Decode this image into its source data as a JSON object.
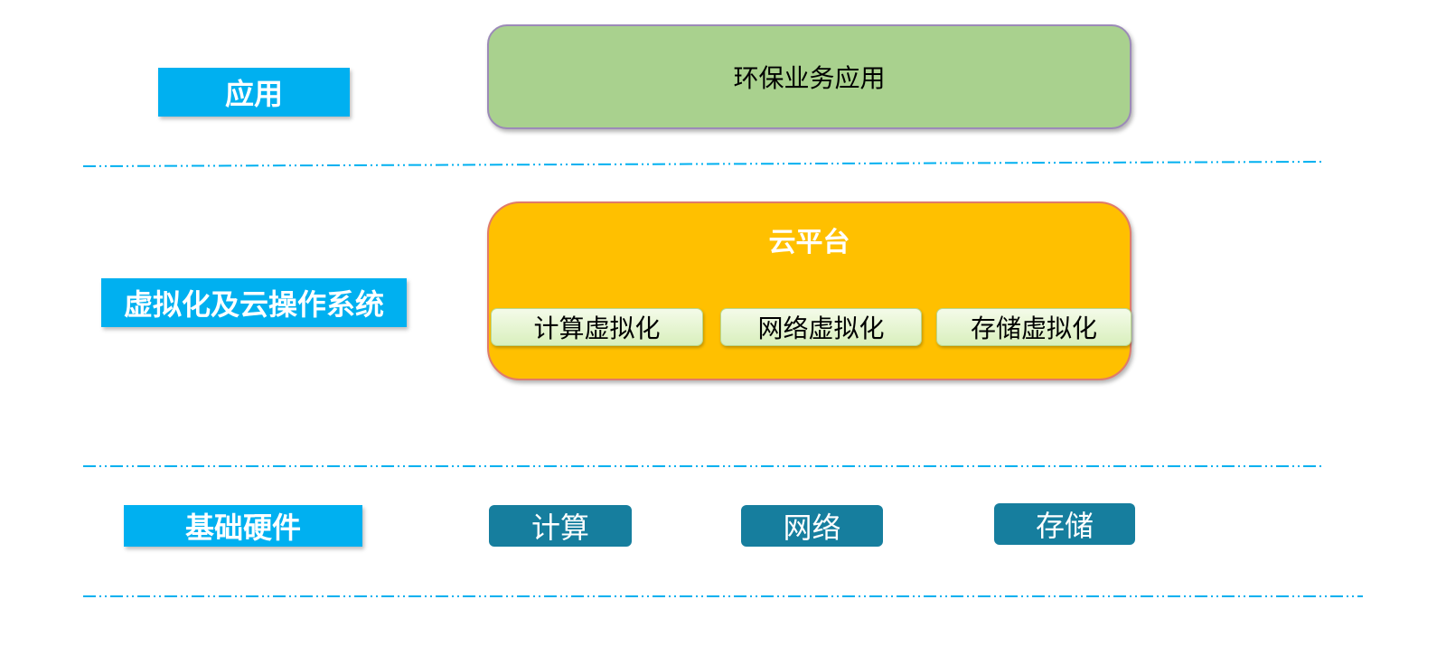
{
  "layers": {
    "application": "应用",
    "virtualization": "虚拟化及云操作系统",
    "hardware": "基础硬件"
  },
  "application_box": "环保业务应用",
  "cloud_platform": {
    "title": "云平台",
    "items": [
      "计算虚拟化",
      "网络虚拟化",
      "存储虚拟化"
    ]
  },
  "hardware_items": [
    "计算",
    "网络",
    "存储"
  ],
  "colors": {
    "layer_label": "#00b0f0",
    "application_box": "#a9d18e",
    "cloud_platform": "#ffc000",
    "virtualization_item": "#e2f2cc",
    "hardware_item": "#167e9e",
    "separator": "#00b0f0"
  }
}
